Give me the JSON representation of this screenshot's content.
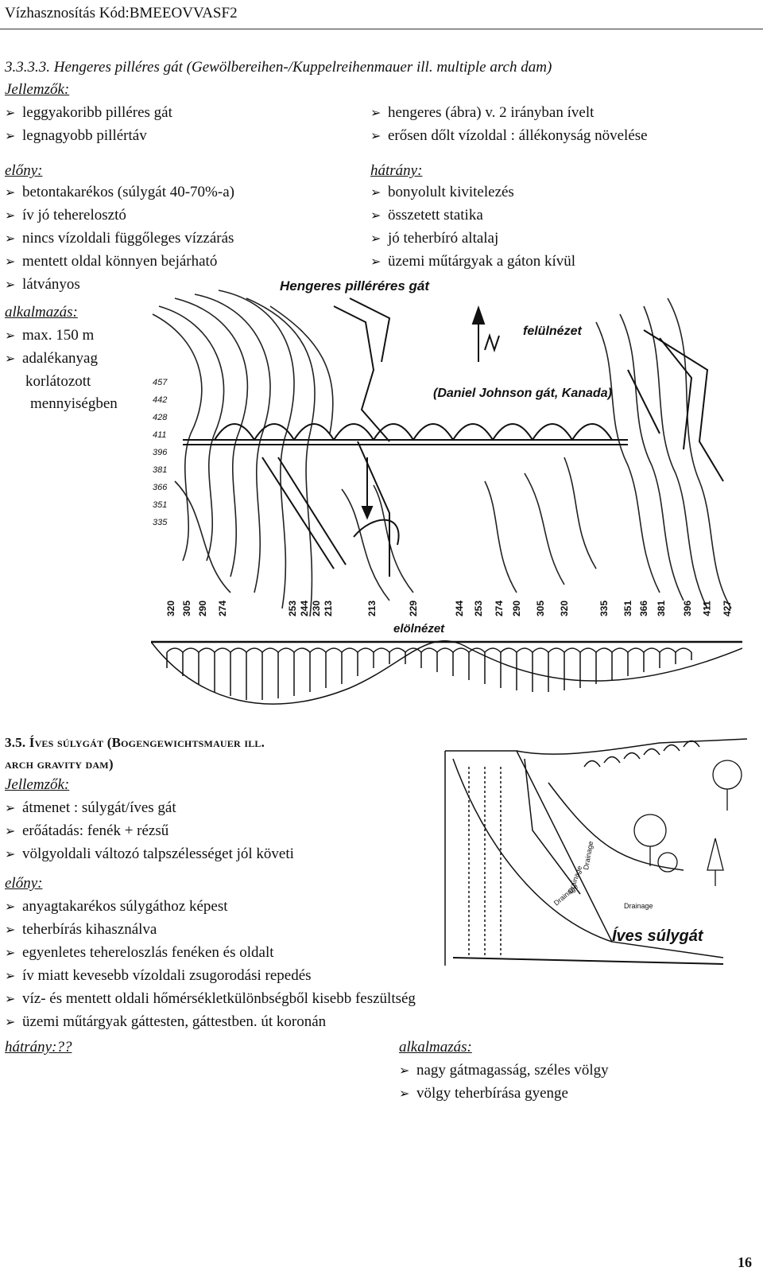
{
  "header": {
    "text": "Vízhasznosítás  Kód:BMEEOVVASF2"
  },
  "sec1": {
    "title": "3.3.3.3. Hengeres pilléres gát (Gewölbereihen-/Kuppelreihenmauer ill. multiple arch dam)",
    "jellemzok_label": "Jellemzők:",
    "jellemzok_left": [
      "leggyakoribb pilléres gát",
      "legnagyobb pillértáv"
    ],
    "jellemzok_right": [
      "hengeres (ábra) v. 2 irányban ívelt",
      "erősen dőlt vízoldal : állékonyság növelése"
    ],
    "elony_label": "előny:",
    "elony": [
      "betontakarékos (súlygát 40-70%-a)",
      "ív jó teherelosztó",
      "nincs vízoldali függőleges vízzárás",
      "mentett oldal könnyen bejárható",
      "látványos"
    ],
    "hatrany_label": "hátrány:",
    "hatrany": [
      "bonyolult kivitelezés",
      "összetett statika",
      "jó teherbíró altalaj",
      "üzemi műtárgyak a gáton kívül"
    ],
    "alk_label": "alkalmazás:",
    "alk": [
      "max. 150 m",
      "adalékanyag"
    ],
    "alk_cont": [
      "korlátozott",
      "mennyiségben"
    ]
  },
  "diagram1": {
    "title": "Hengeres pilléréres gát",
    "felulnezet": "felülnézet",
    "caption": "(Daniel Johnson gát, Kanada)",
    "elolnezet": "elölnézet",
    "contours": [
      "457",
      "442",
      "428",
      "411",
      "396",
      "381",
      "366",
      "351",
      "335"
    ],
    "axis_labels": [
      "320",
      "305",
      "290",
      "274",
      "253",
      "244",
      "230",
      "213",
      "213",
      "229",
      "244",
      "253",
      "274",
      "290",
      "305",
      "320",
      "335",
      "351",
      "366",
      "381",
      "396",
      "411",
      "427"
    ]
  },
  "sec2": {
    "title_l1": "3.5. Íves súlygát (Bogengewichtsmauer ill.",
    "title_l2": "arch gravity dam)",
    "jellemzok_label": "Jellemzők:",
    "jellemzok": [
      "átmenet : súlygát/íves gát",
      "erőátadás: fenék + rézsű",
      "völgyoldali változó talpszélességet jól követi"
    ],
    "elony_label": "előny:",
    "elony": [
      "anyagtakarékos súlygáthoz képest",
      "teherbírás kihasználva",
      "egyenletes tehereloszlás fenéken és oldalt",
      "ív miatt kevesebb vízoldali zsugorodási repedés",
      "víz- és mentett oldali hőmérsékletkülönbségből kisebb feszültség",
      "üzemi műtárgyak gáttesten, gáttestben. út koronán"
    ],
    "hatrany_label": "hátrány:",
    "hatrany_val": "??",
    "alk_label": "alkalmazás:",
    "alk": [
      "nagy gátmagasság, széles völgy",
      "völgy teherbírása gyenge"
    ]
  },
  "diagram2": {
    "title": "Íves súlygát",
    "labels": [
      "Drainage",
      "Drainage",
      "Drainage",
      "Drainage"
    ]
  },
  "page_number": "16",
  "icons": {
    "bullet": "arrow-bullet-icon",
    "north": "north-arrow-icon"
  }
}
